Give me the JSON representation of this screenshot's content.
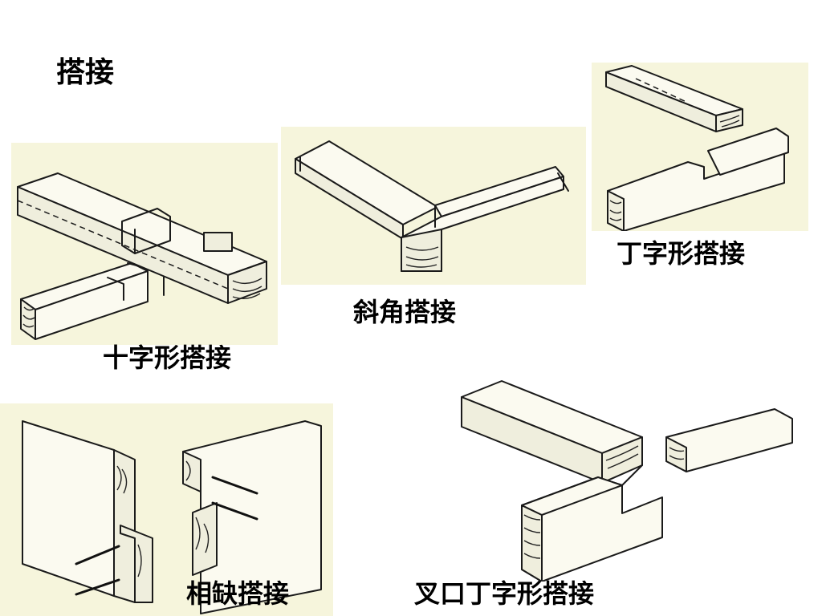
{
  "slide": {
    "title": "搭接",
    "background": "#ffffff",
    "panel_tint": "#f6f5dc"
  },
  "joints": [
    {
      "id": "cross",
      "label": "十字形搭接",
      "icon": "cross-lap-joint-drawing"
    },
    {
      "id": "miter",
      "label": "斜角搭接",
      "icon": "miter-lap-joint-drawing"
    },
    {
      "id": "tee",
      "label": "丁字形搭接",
      "icon": "tee-lap-joint-drawing"
    },
    {
      "id": "notched",
      "label": "相缺搭接",
      "icon": "notched-lap-joint-drawing"
    },
    {
      "id": "forked-tee",
      "label": "叉口丁字形搭接",
      "icon": "forked-tee-lap-joint-drawing"
    }
  ]
}
